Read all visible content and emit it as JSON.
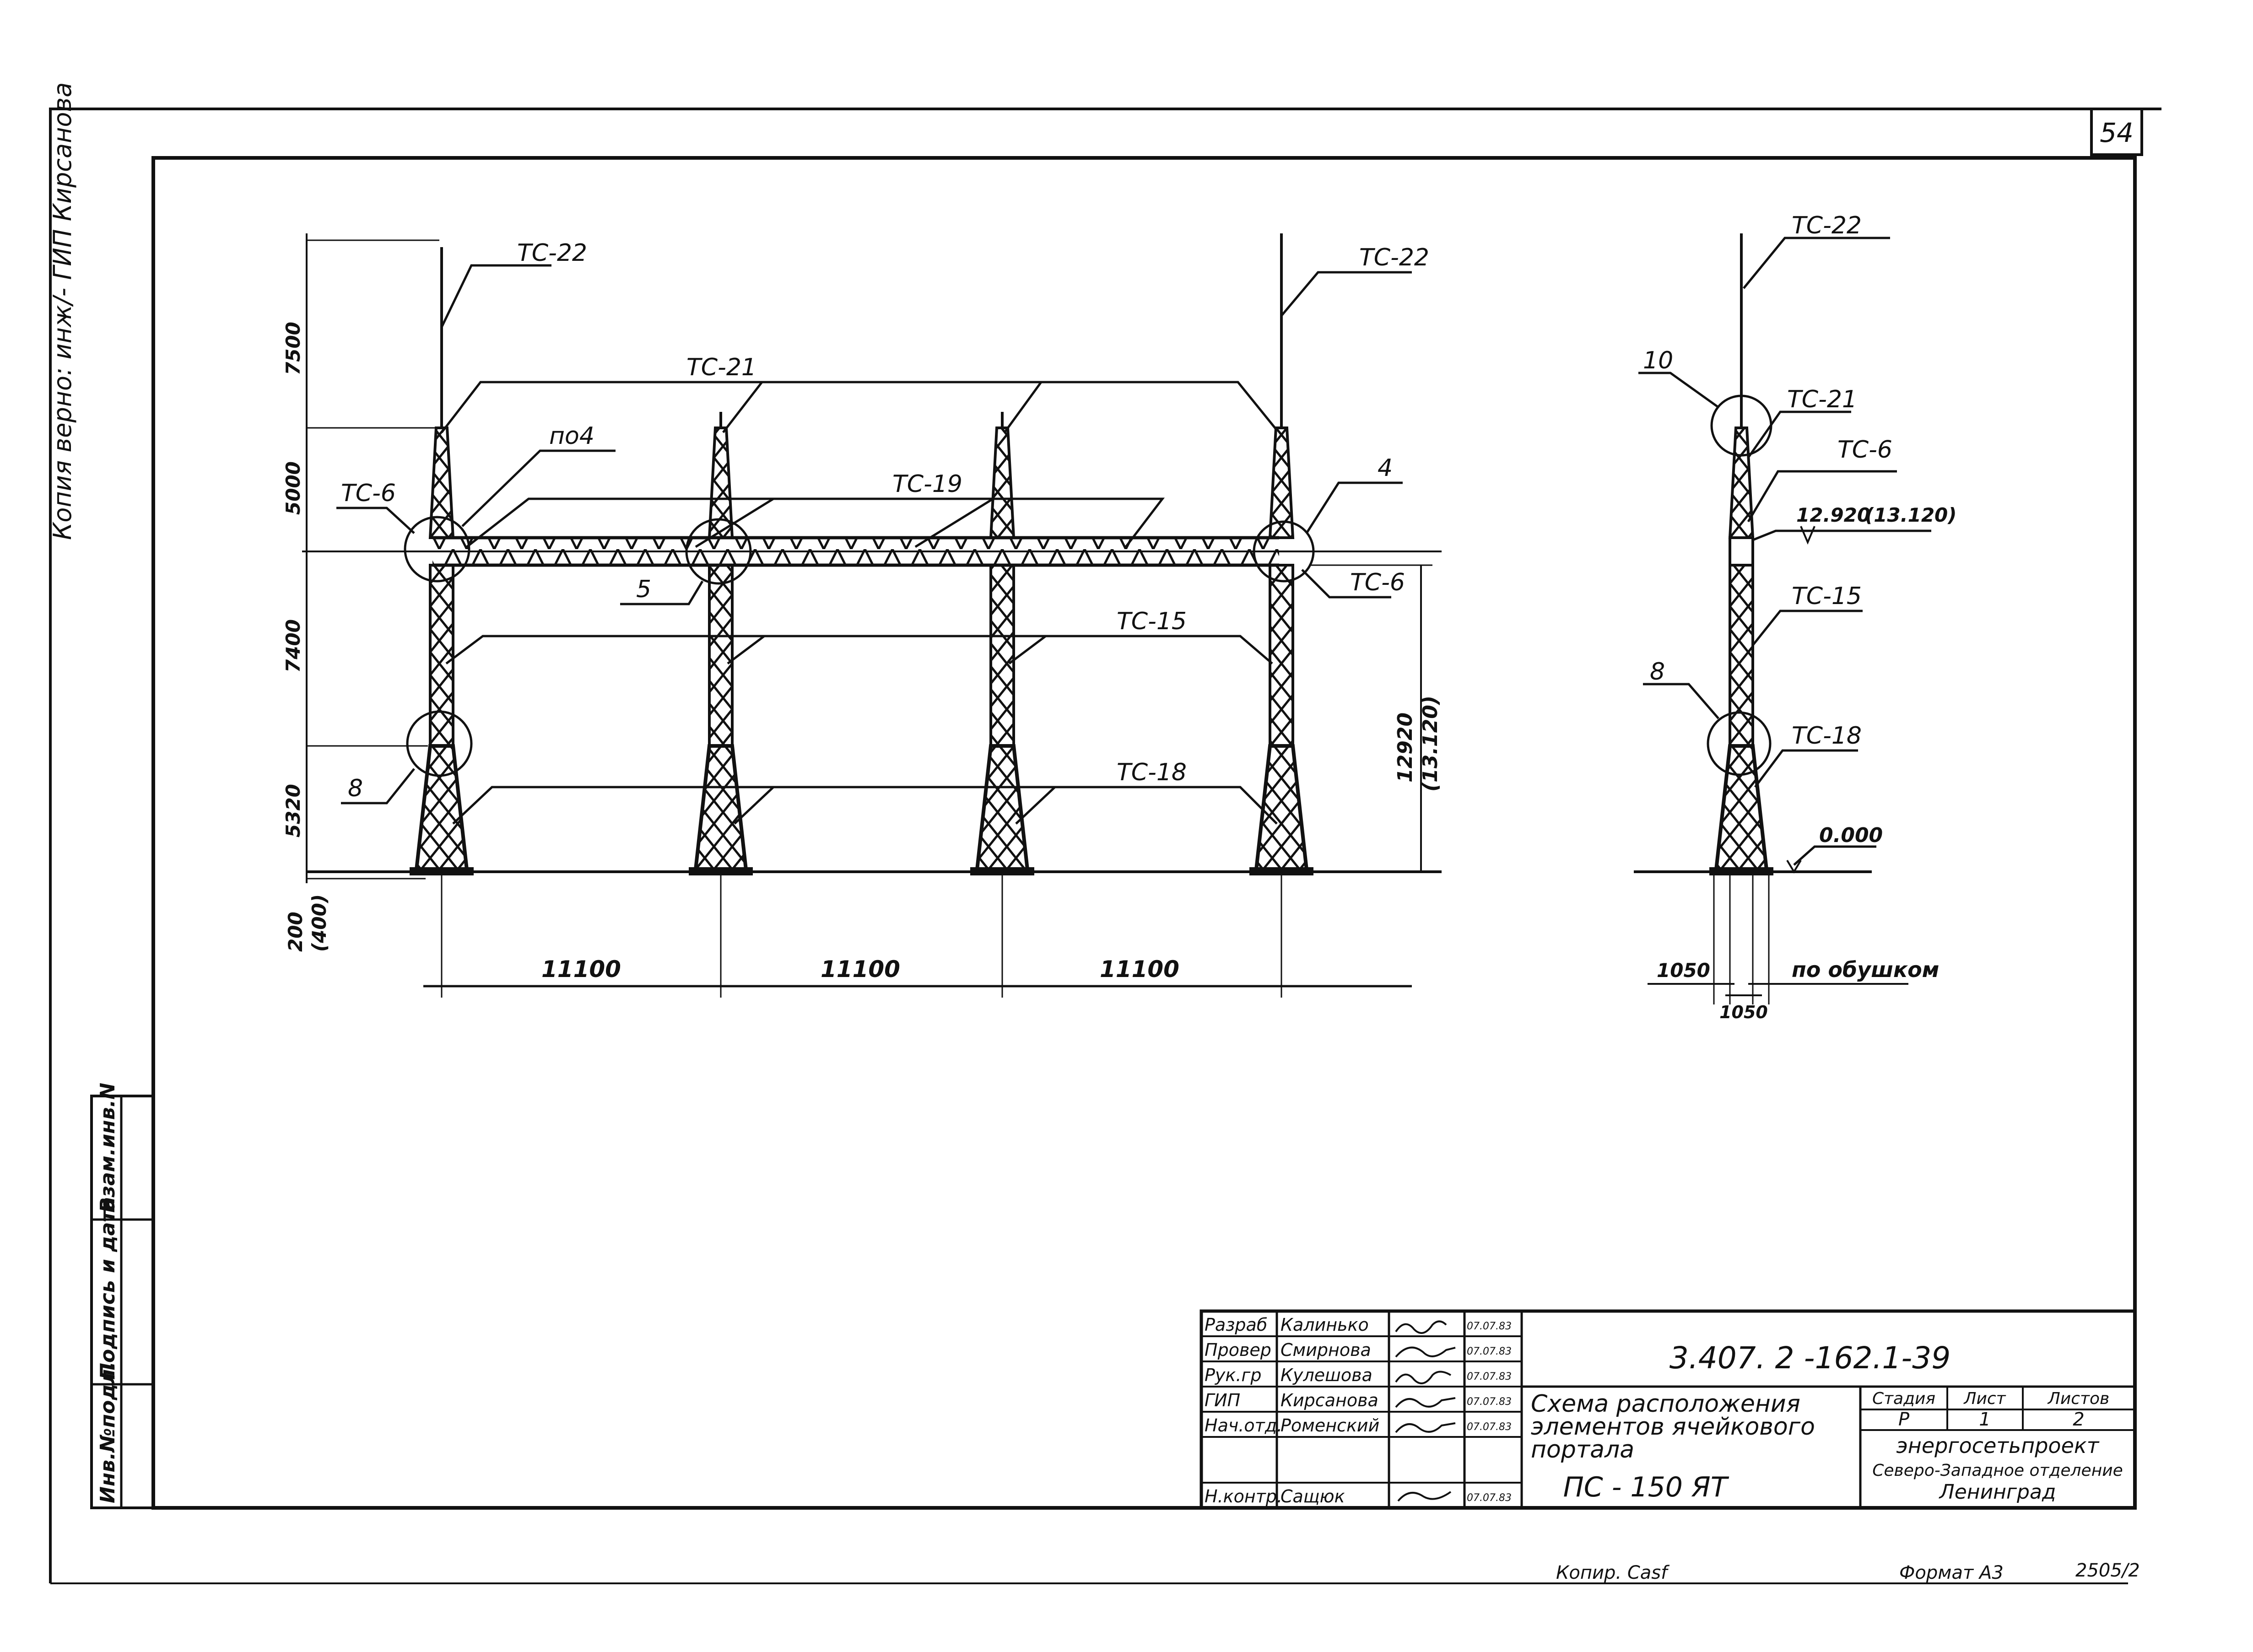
{
  "sheet_number": "54",
  "margin_note": "Копия верно: инж/- ГИП Кирсанова",
  "side_stamp": {
    "inv_podl": "Инв.№подл.",
    "podpis": "Подпись и дата",
    "vzam": "Взам.инв.N"
  },
  "front_view": {
    "labels": {
      "tc22_left": "ТС-22",
      "tc22_right": "ТС-22",
      "tc21": "ТС-21",
      "tc19": "ТС-19",
      "tc6_left": "ТС-6",
      "tc6_right": "ТС-6",
      "po4": "по4",
      "n4": "4",
      "n5": "5",
      "tc15": "ТС-15",
      "tc18": "ТС-18",
      "n8": "8"
    },
    "vertical_dims": [
      "7500",
      "5000",
      "7400",
      "5320",
      "200",
      "(400)"
    ],
    "right_dim": "12920",
    "right_dim_alt": "(13.120)",
    "spans": [
      "11100",
      "11100",
      "11100"
    ]
  },
  "side_view": {
    "labels": {
      "tc22": "ТС-22",
      "n10": "10",
      "tc21": "ТС-21",
      "tc6": "ТС-6",
      "elev_top": "12.920",
      "elev_top_alt": "(13.120)",
      "tc15": "ТС-15",
      "n8": "8",
      "tc18": "ТС-18",
      "elev_zero": "0.000"
    },
    "dims": {
      "left": "1050",
      "bottom": "1050",
      "note": "по обушком"
    }
  },
  "title_block": {
    "roles": [
      {
        "role": "Разраб",
        "name": "Калинько",
        "date": "07.07.83"
      },
      {
        "role": "Провер",
        "name": "Смирнова",
        "date": "07.07.83"
      },
      {
        "role": "Рук.гр",
        "name": "Кулешова",
        "date": "07.07.83"
      },
      {
        "role": "ГИП",
        "name": "Кирсанова",
        "date": "07.07.83"
      },
      {
        "role": "Нач.отд.",
        "name": "Роменский",
        "date": "07.07.83"
      },
      {
        "role": "",
        "name": "",
        "date": ""
      },
      {
        "role": "Н.контр.",
        "name": "Сащюк",
        "date": "07.07.83"
      }
    ],
    "doc_code": "3.407. 2 -162.1-39",
    "title_lines": [
      "Схема расположения",
      "элементов ячейкового",
      "портала"
    ],
    "title_mark": "ПС - 150 ЯТ",
    "stage_header": "Стадия",
    "sheet_header": "Лист",
    "sheets_header": "Листов",
    "stage": "Р",
    "sheet": "1",
    "sheets": "2",
    "org1": "энергосетьпроект",
    "org2": "Северо-Западное отделение",
    "org3": "Ленинград"
  },
  "footer": {
    "copied": "Копир. Casf",
    "format": "Формат А3",
    "number": "2505/2"
  }
}
